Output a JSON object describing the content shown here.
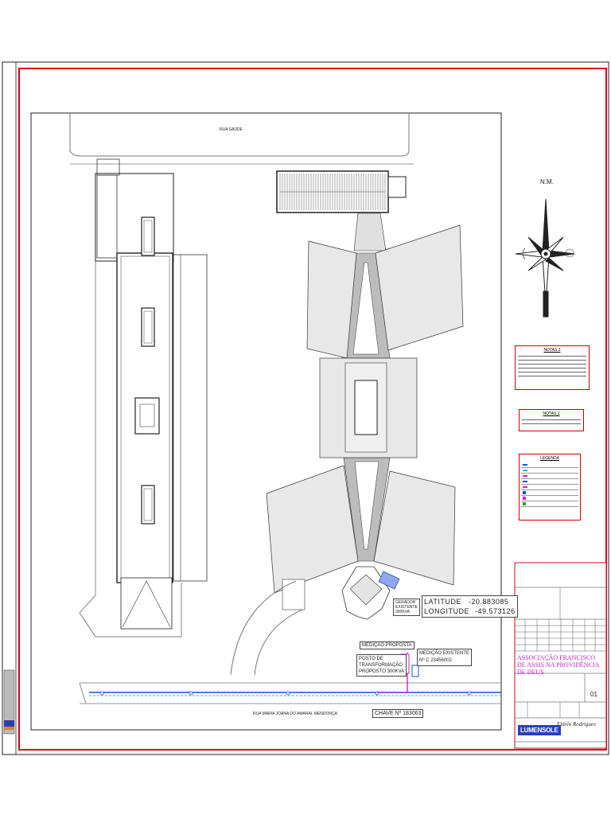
{
  "labels": {
    "street_top": "RUA SAÚDE",
    "street_bottom": "RUA MARIA JOANA DO AMARAL MENDONÇA",
    "north": "N.M.",
    "generator": [
      "GERADOR",
      "EXISTENTE",
      "300KVA"
    ],
    "latitude_label": "LATITUDE",
    "latitude_value": "-20.883085",
    "longitude_label": "LONGITUDE",
    "longitude_value": "-49.573126",
    "proposed_meter": "MEDIÇÃO PROPOSTA",
    "transformer": [
      "POSTO DE",
      "TRANSFORMAÇÃO",
      "PROPOSTO 300KVA"
    ],
    "existing_meter": "MEDIÇÃO EXISTENTE",
    "meter_number": "Nº C 23456002",
    "key_number": "CHAVE Nº 183063"
  },
  "notes2": {
    "title": "NOTAS 2",
    "lines": [
      "",
      "",
      "",
      "",
      "",
      "",
      ""
    ]
  },
  "notes1": {
    "title": "NOTAS 1",
    "lines": [
      "",
      ""
    ]
  },
  "legend": {
    "title": "LEGENDA",
    "items": [
      "",
      "",
      "",
      "",
      "",
      "",
      "",
      ""
    ]
  },
  "title_block": {
    "owner": "ASSOCIAÇÃO FRANCISCO DE ASSIS NA PROVIDÊNCIA DE DEUS",
    "sheet": "01",
    "company": "LUMENSOLE",
    "engineer_signature": "Flávio Rodrigues"
  },
  "colors": {
    "frame": "#d9001b",
    "building": "#e8e8e8",
    "corridor": "#b9b9b9",
    "cable_blue": "#1f4fd6",
    "cable_cyan": "#19c6e0",
    "magenta": "#d61fd6"
  }
}
